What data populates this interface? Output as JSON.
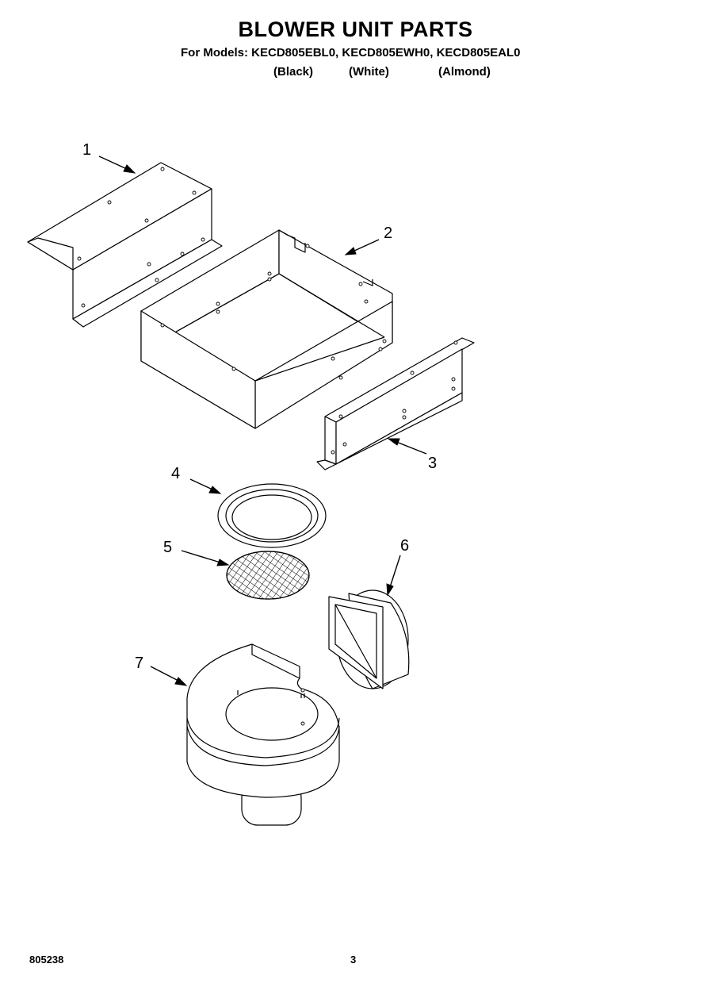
{
  "header": {
    "title": "BLOWER UNIT PARTS",
    "models_line": "For Models: KECD805EBL0, KECD805EWH0, KECD805EAL0",
    "colors": [
      "(Black)",
      "(White)",
      "(Almond)"
    ]
  },
  "callouts": [
    "1",
    "2",
    "3",
    "4",
    "5",
    "6",
    "7"
  ],
  "footer": {
    "document_id": "805238",
    "page_number": "3"
  }
}
